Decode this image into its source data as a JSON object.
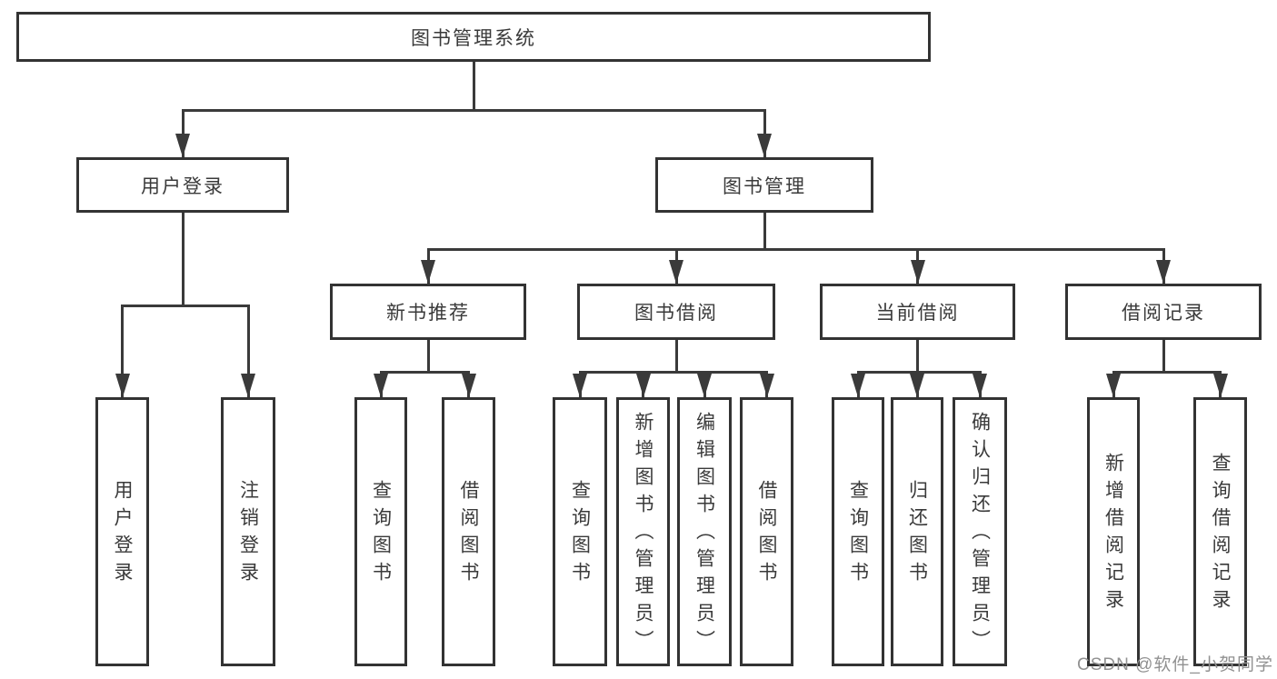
{
  "diagram_title": "图书管理系统",
  "watermark": "CSDN @软件_小贺同学",
  "colors": {
    "background": "#ffffff",
    "box_border": "#333333",
    "connector_line": "#3a3a3a",
    "text": "#3a3a3a",
    "watermark_text": "#919191"
  },
  "tree": {
    "root": {
      "label": "图书管理系统",
      "children": [
        {
          "label": "用户登录",
          "children": [
            {
              "label": "用户登录"
            },
            {
              "label": "注销登录"
            }
          ]
        },
        {
          "label": "图书管理",
          "children": [
            {
              "label": "新书推荐",
              "children": [
                {
                  "label": "查询图书"
                },
                {
                  "label": "借阅图书"
                }
              ]
            },
            {
              "label": "图书借阅",
              "children": [
                {
                  "label": "查询图书"
                },
                {
                  "label": "新增图书（管理员）"
                },
                {
                  "label": "编辑图书（管理员）"
                },
                {
                  "label": "借阅图书"
                }
              ]
            },
            {
              "label": "当前借阅",
              "children": [
                {
                  "label": "查询图书"
                },
                {
                  "label": "归还图书"
                },
                {
                  "label": "确认归还（管理员）"
                }
              ]
            },
            {
              "label": "借阅记录",
              "children": [
                {
                  "label": "新增借阅记录"
                },
                {
                  "label": "查询借阅记录"
                }
              ]
            }
          ]
        }
      ]
    }
  }
}
